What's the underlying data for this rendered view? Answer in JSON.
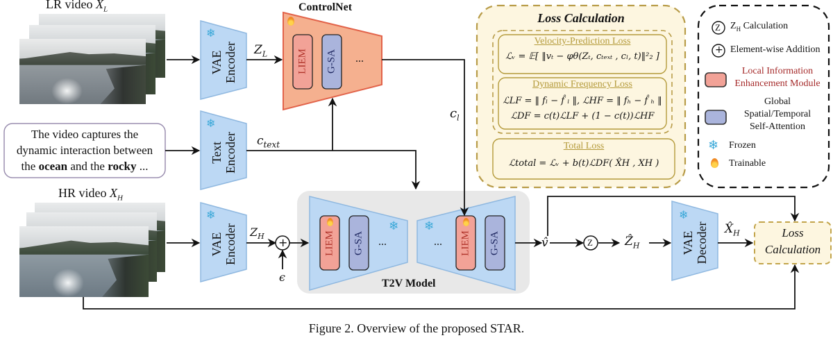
{
  "figure": {
    "caption": "Figure 2. Overview of the proposed STAR."
  },
  "inputs": {
    "lr_video_label": "LR video ",
    "lr_video_symbol": "X",
    "lr_video_sub": "L",
    "hr_video_label": "HR video ",
    "hr_video_symbol": "X",
    "hr_video_sub": "H",
    "prompt_lines": [
      {
        "plain": "The video captures the"
      },
      {
        "plain": "dynamic interaction between"
      },
      {
        "pre": "the ",
        "bold1": "ocean",
        "mid": " and the ",
        "bold2": "rocky",
        "post": " ..."
      }
    ]
  },
  "modules": {
    "vae_encoder_lr": {
      "line1": "VAE",
      "line2": "Encoder"
    },
    "text_encoder": {
      "line1": "Text",
      "line2": "Encoder"
    },
    "vae_encoder_hr": {
      "line1": "VAE",
      "line2": "Encoder"
    },
    "vae_decoder": {
      "line1": "VAE",
      "line2": "Decoder"
    },
    "controlnet": {
      "title": "ControlNet",
      "block1": "LIEM",
      "block2": "G-SA",
      "ellipsis": "..."
    },
    "t2v": {
      "title": "T2V Model",
      "enc_block1": "LIEM",
      "enc_block2": "G-SA",
      "dec_block1": "LIEM",
      "dec_block2": "G-SA",
      "ellipsis": "..."
    },
    "loss_small": {
      "line1": "Loss",
      "line2": "Calculation"
    }
  },
  "signals": {
    "z_l": "Z",
    "z_l_sub": "L",
    "c_text": "c",
    "c_text_sub": "text",
    "c_l": "c",
    "c_l_sub": "l",
    "z_h": "Z",
    "z_h_sub": "H",
    "epsilon": "ϵ",
    "v_hat": "v̂",
    "z_hat_h": "Ẑ",
    "z_hat_h_sub": "H",
    "x_hat_h": "X̂",
    "x_hat_h_sub": "H",
    "add_symbol": "+",
    "z_symbol": "Z"
  },
  "loss_panel": {
    "title": "Loss Calculation",
    "velocity": {
      "heading": "Velocity-Prediction Loss",
      "formula": "ℒᵥ = 𝔼[ ‖vₜ − φθ(Zₜ, cₜₑₓₜ , cₗ, t)‖²₂ ]"
    },
    "frequency": {
      "heading": "Dynamic Frequency Loss",
      "formula1": "ℒLF = ‖ fₗ − f̂ ₗ ‖, ℒHF = ‖ fₕ − f̂ ₕ ‖",
      "formula2": "ℒDF = c(t)ℒLF + (1 − c(t))ℒHF"
    },
    "total": {
      "heading": "Total Loss",
      "formula": "ℒtotal = ℒᵥ + b(t)ℒDF( X̂H , XH )"
    }
  },
  "legend": {
    "items": [
      {
        "icon": "z-circle-icon",
        "glyph": "Z",
        "label_main": "Z",
        "label_sub": "H",
        "label_rest": " Calculation"
      },
      {
        "icon": "plus-circle-icon",
        "glyph": "+",
        "label": "Element-wise Addition"
      },
      {
        "icon": "liem-swatch-icon",
        "label_line1": "Local Information",
        "label_line2": "Enhancement Module",
        "color": "#f2a297"
      },
      {
        "icon": "gsa-swatch-icon",
        "label_line1": "Global",
        "label_line2": "Spatial/Temporal",
        "label_line3": "Self-Attention",
        "color": "#aab4dc"
      },
      {
        "icon": "snowflake-icon",
        "glyph": "❄",
        "label": "Frozen"
      },
      {
        "icon": "flame-icon",
        "label": "Trainable"
      }
    ]
  },
  "colors": {
    "frozen_blue": "#bcd8f4",
    "frozen_blue_stroke": "#8fb8e0",
    "controlnet_fill": "#f5b08f",
    "controlnet_stroke": "#e2634a",
    "liem_fill": "#f2a297",
    "gsa_fill": "#aab4dc",
    "loss_bg": "#fdf6e0",
    "loss_border": "#c2a44a",
    "t2v_bg": "#e8e8e8",
    "snowflake": "#3aa8d8",
    "flame": "#f08a24",
    "liem_text": "#b0332a"
  }
}
